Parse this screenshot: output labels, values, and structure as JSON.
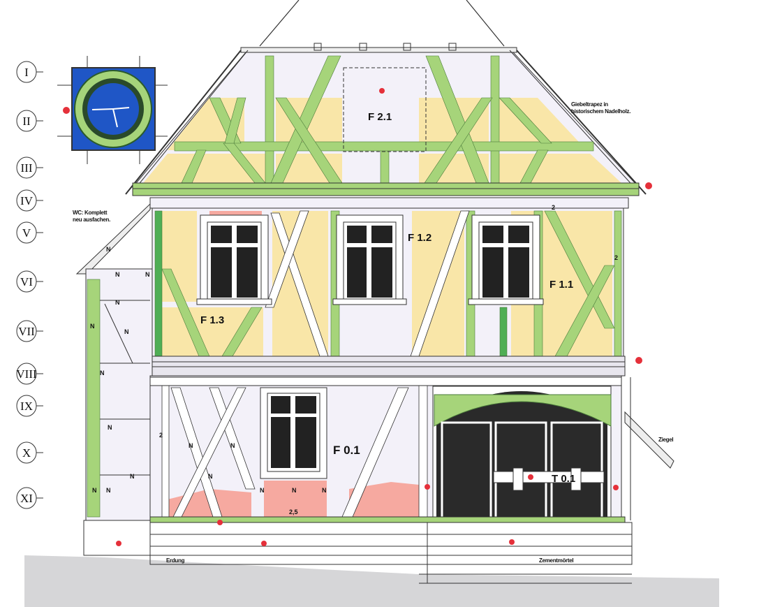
{
  "title": "Fachwerk facade elevation",
  "levels": [
    "I",
    "II",
    "III",
    "IV",
    "V",
    "VI",
    "VII",
    "VIII",
    "IX",
    "X",
    "XI"
  ],
  "fields": {
    "gable": "F 2.1",
    "upper_mid": "F 1.2",
    "upper_right": "F 1.1",
    "upper_left": "F 1.3",
    "ground": "F 0.1",
    "door": "T 0.1"
  },
  "notes": {
    "gable_note": [
      "Giebeltrapez in",
      "historischem Nadelholz."
    ],
    "wc_note": [
      "WC: Komplett",
      "neu ausfachen."
    ],
    "ziegel": "Ziegel",
    "erdung": "Erdung",
    "zementmoertel": "Zementmörtel",
    "measure": "2,5",
    "two": "2",
    "n": "N"
  },
  "colors": {
    "timber_green": "#a6d47a",
    "timber_dark_green": "#4fae55",
    "infill_yellow": "#f9e6a8",
    "wall_lavender": "#f3f1f9",
    "damage_pink": "#f6a9a0",
    "clock_blue": "#1f56c6",
    "marker_red": "#e5303a"
  }
}
